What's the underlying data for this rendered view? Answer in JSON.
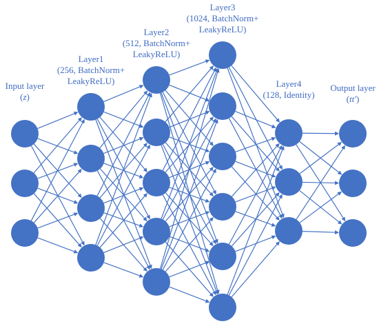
{
  "colors": {
    "node_fill": "#4472c4",
    "edge_stroke": "#4472c4",
    "label_text": "#3f6bc2"
  },
  "layers": [
    {
      "id": "input",
      "node_count": 3,
      "label_lines": [
        "Input layer",
        "(",
        "z",
        ")"
      ]
    },
    {
      "id": "layer1",
      "node_count": 4,
      "label_lines": [
        "Layer1",
        "(256, BatchNorm+",
        "LeakyReLU)"
      ]
    },
    {
      "id": "layer2",
      "node_count": 5,
      "label_lines": [
        "Layer2",
        "(512, BatchNorm+",
        "LeakyReLU)"
      ]
    },
    {
      "id": "layer3",
      "node_count": 6,
      "label_lines": [
        "Layer3",
        "(1024, BatchNorm+",
        "LeakyReLU)"
      ]
    },
    {
      "id": "layer4",
      "node_count": 3,
      "label_lines": [
        "Layer4",
        "(128, Identity)"
      ]
    },
    {
      "id": "output",
      "node_count": 3,
      "label_lines": [
        "Output layer",
        "(",
        "tt′",
        ")"
      ]
    }
  ]
}
